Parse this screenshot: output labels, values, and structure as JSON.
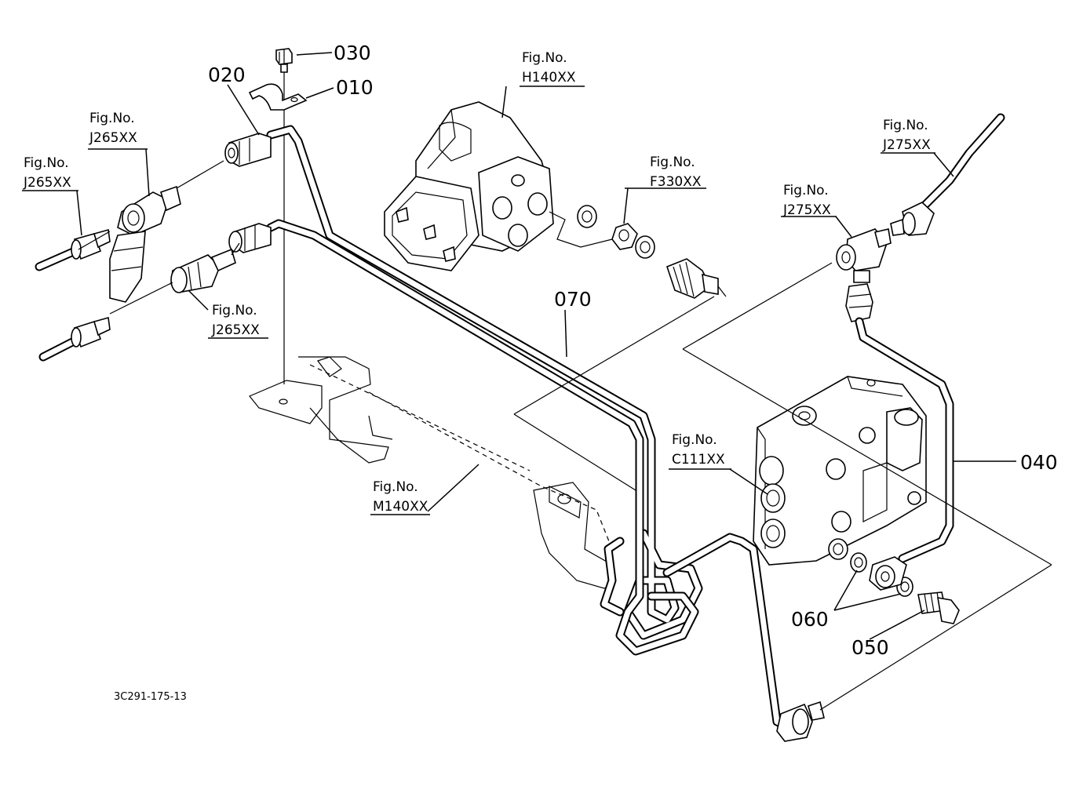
{
  "drawing_code": "3C291-175-13",
  "parts": [
    {
      "id": "p010",
      "label": "010"
    },
    {
      "id": "p020",
      "label": "020"
    },
    {
      "id": "p030",
      "label": "030"
    },
    {
      "id": "p040",
      "label": "040"
    },
    {
      "id": "p050",
      "label": "050"
    },
    {
      "id": "p060",
      "label": "060"
    },
    {
      "id": "p070",
      "label": "070"
    }
  ],
  "figure_refs": [
    {
      "id": "h140",
      "caption": "Fig.No.",
      "number": "H140XX"
    },
    {
      "id": "f330",
      "caption": "Fig.No.",
      "number": "F330XX"
    },
    {
      "id": "j275a",
      "caption": "Fig.No.",
      "number": "J275XX"
    },
    {
      "id": "j275b",
      "caption": "Fig.No.",
      "number": "J275XX"
    },
    {
      "id": "j265a",
      "caption": "Fig.No.",
      "number": "J265XX"
    },
    {
      "id": "j265b",
      "caption": "Fig.No.",
      "number": "J265XX"
    },
    {
      "id": "j265c",
      "caption": "Fig.No.",
      "number": "J265XX"
    },
    {
      "id": "c111",
      "caption": "Fig.No.",
      "number": "C111XX"
    },
    {
      "id": "m140",
      "caption": "Fig.No.",
      "number": "M140XX"
    }
  ]
}
